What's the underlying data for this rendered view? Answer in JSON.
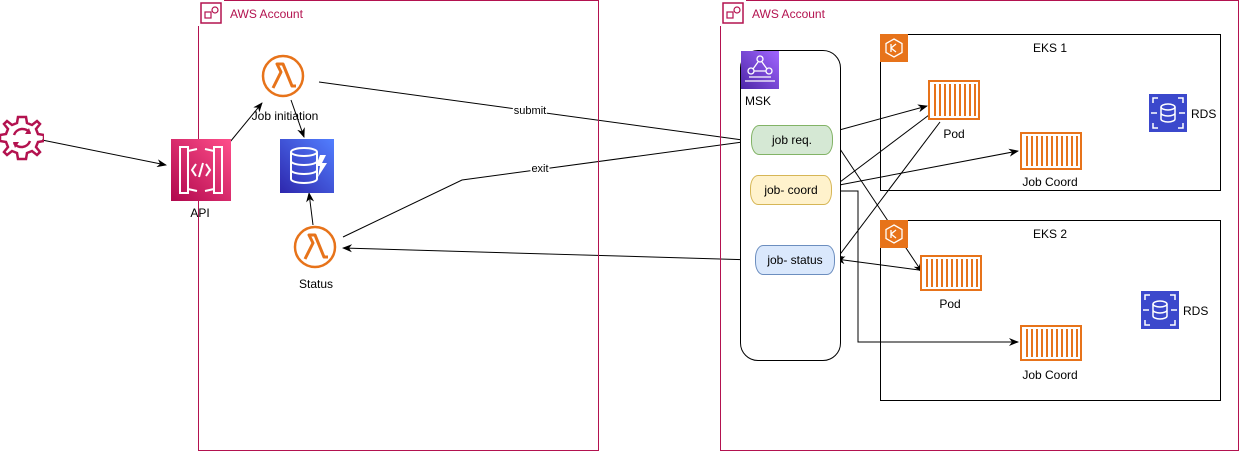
{
  "accounts": [
    {
      "label": "AWS Account"
    },
    {
      "label": "AWS Account"
    }
  ],
  "api": {
    "label": "API"
  },
  "job_initiation": {
    "label": "Job initiation"
  },
  "status": {
    "label": "Status"
  },
  "msk": {
    "label": "MSK"
  },
  "topics": {
    "job_req": "job req.",
    "job_coord": "job- coord",
    "job_status": "job- status"
  },
  "edges": {
    "submit": "submit",
    "exit": "exit"
  },
  "eks1": {
    "title": "EKS 1",
    "pod": "Pod",
    "coord": "Job Coord",
    "rds": "RDS"
  },
  "eks2": {
    "title": "EKS 2",
    "pod": "Pod",
    "coord": "Job Coord",
    "rds": "RDS"
  },
  "colors": {
    "account": "#b3124f",
    "lambda": "#e7731a",
    "api": "#e7157b",
    "dynamo": "#3b48cc",
    "rds": "#3b48cc",
    "msk": "#8c4fff",
    "topic_green": "#d5e8d4",
    "topic_yellow": "#fff2cc",
    "topic_blue": "#dae8fc"
  }
}
